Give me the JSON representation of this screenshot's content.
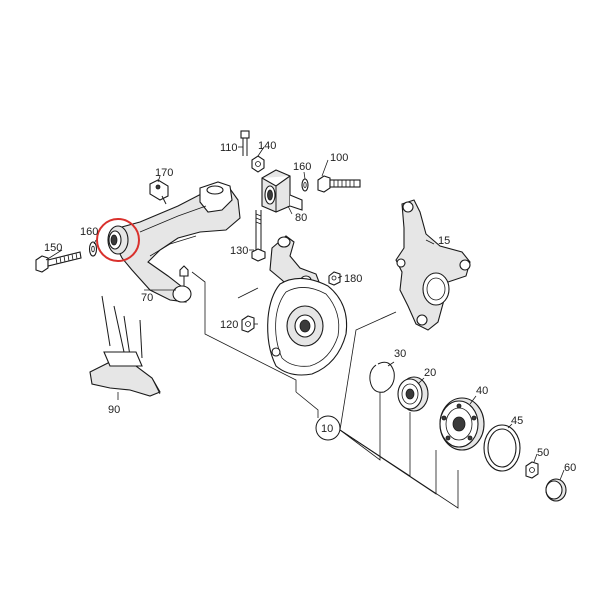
{
  "diagram": {
    "labels": {
      "p110": "110",
      "p140": "140",
      "p160a": "160",
      "p100": "100",
      "p170": "170",
      "p80": "80",
      "p160b": "160",
      "p150": "150",
      "p130": "130",
      "p180": "180",
      "p15": "15",
      "p70": "70",
      "p120": "120",
      "p30": "30",
      "p20": "20",
      "p40": "40",
      "p45": "45",
      "p50": "50",
      "p60": "60",
      "p90": "90",
      "p10": "10"
    },
    "colors": {
      "highlight": "#d9302c",
      "line": "#1a1a1a",
      "part_fill": "#e6e6e6"
    }
  }
}
